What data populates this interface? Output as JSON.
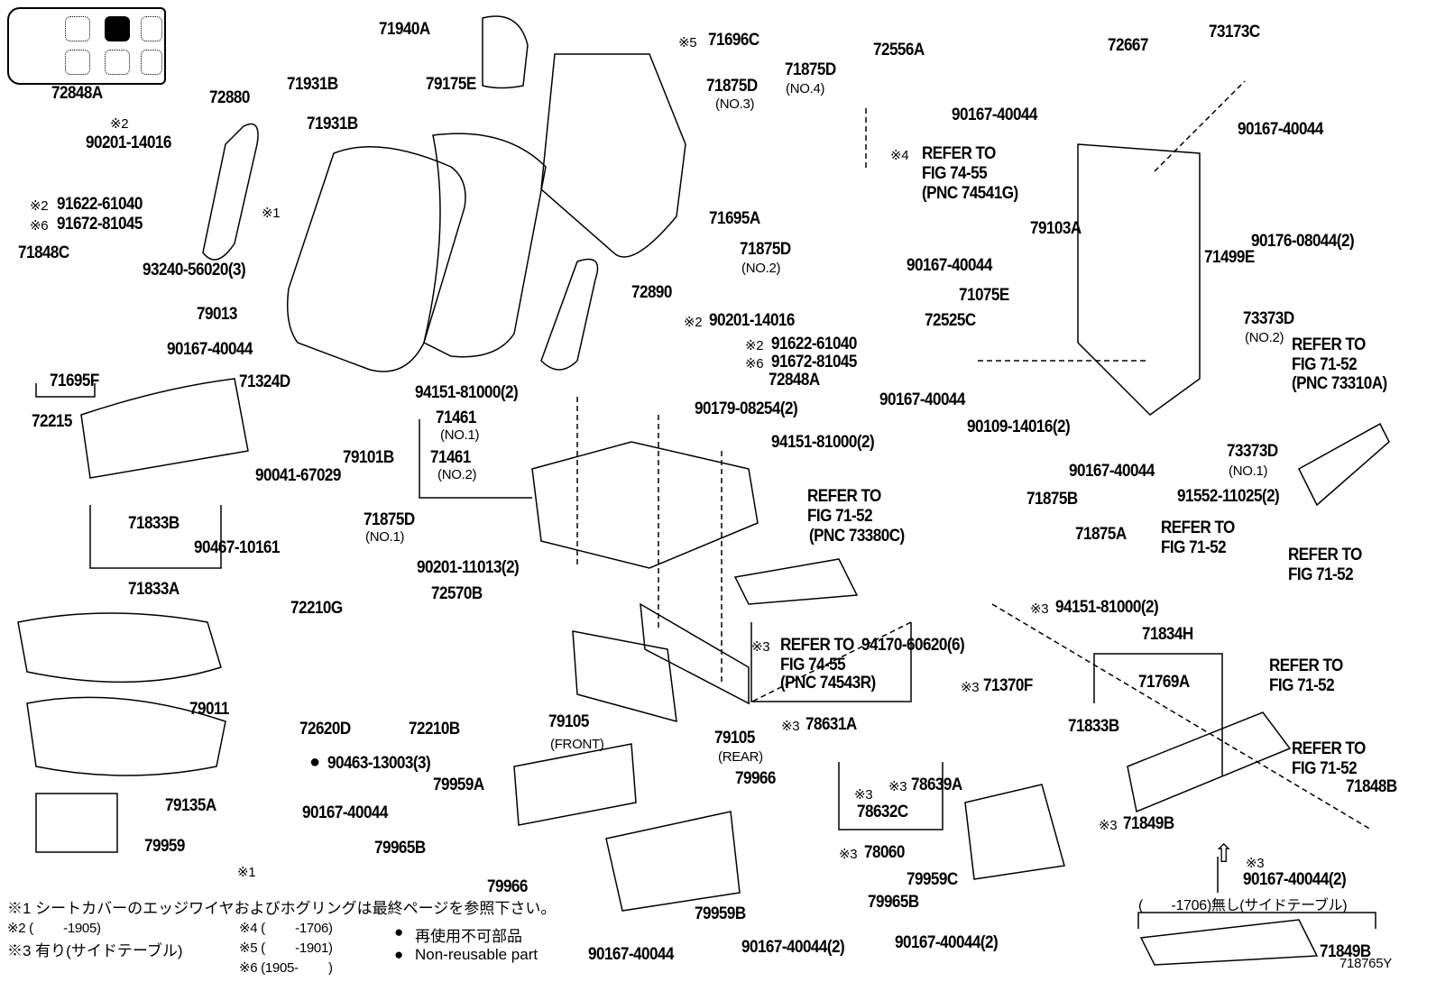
{
  "figure_id": "718765Y",
  "seat_map": {
    "highlighted": "second-row-center"
  },
  "labels": [
    "71940A",
    "71696C",
    "71931B",
    "79175E",
    "71931B",
    "72848A",
    "72880",
    "90201-14016",
    "91622-61040",
    "91672-81045",
    "71848C",
    "93240-56020(3)",
    "79013",
    "90167-40044",
    "71695F",
    "72215",
    "71324D",
    "90041-67029",
    "71833B",
    "90467-10161",
    "71833A",
    "71875D",
    "71695A",
    "72890",
    "90201-14016",
    "91622-61040",
    "91672-81045",
    "72848A",
    "94151-81000(2)",
    "71461",
    "79101B",
    "71461",
    "90179-08254(2)",
    "94151-81000(2)",
    "REFER TO",
    "FIG 71-52",
    "(PNC 73380C)",
    "90201-11013(2)",
    "72570B",
    "72210G",
    "79011",
    "72620D",
    "72210B",
    "90463-13003(3)",
    "79135A",
    "79959",
    "79105",
    "79105",
    "79966",
    "79959A",
    "90167-40044",
    "79965B",
    "79966",
    "79959B",
    "90167-40044",
    "90167-40044(2)",
    "79965B",
    "90167-40044(2)",
    "71849B",
    "REFER TO",
    "FIG 74-55",
    "(PNC 74543R)",
    "94170-60620(6)",
    "71370F",
    "78631A",
    "78639A",
    "78632C",
    "78060",
    "79959C",
    "94151-81000(2)",
    "71834H",
    "71769A",
    "71833B",
    "REFER TO",
    "FIG 71-52",
    "71848B",
    "71849B",
    "90167-40044(2)",
    "71875D",
    "71875D",
    "72556A",
    "72667",
    "73173C",
    "90167-40044",
    "90167-40044",
    "REFER TO",
    "FIG 74-55",
    "(PNC 74541G)",
    "79103A",
    "90176-08044(2)",
    "71499E",
    "71875D",
    "90167-40044",
    "71075E",
    "72525C",
    "73373D",
    "REFER TO",
    "FIG 71-52",
    "(PNC 73310A)",
    "90167-40044",
    "90109-14016(2)",
    "73373D",
    "90167-40044",
    "71875B",
    "91552-11025(2)",
    "71875A",
    "REFER TO",
    "FIG 71-52",
    "REFER TO",
    "FIG 71-52",
    "REFER TO",
    "FIG 71-52"
  ],
  "sublabels": [
    "(NO.1)",
    "(NO.1)",
    "(NO.2)",
    "(FRONT)",
    "(REAR)",
    "(NO.3)",
    "(NO.4)",
    "(NO.2)",
    "(NO.2)",
    "(NO.1)"
  ],
  "marks": {
    "m1": "※1",
    "m2": "※2",
    "m3": "※3",
    "m4": "※4",
    "m5": "※5",
    "m6": "※6"
  },
  "side_table_note": "(　　-1706)無し(サイドテーブル)",
  "notes": {
    "n1": "※1 シートカバーのエッジワイヤおよびホグリングは最終ページを参照下さい。",
    "n2": "※2 (　　 -1905)",
    "n3": "※3 有り(サイドテーブル)",
    "n4": "※4 (　　 -1706)",
    "n5": "※5 (　　 -1901)",
    "n6": "※6 (1905-　　 )",
    "legend_jp": "再使用不可部品",
    "legend_en": "Non-reusable part"
  }
}
